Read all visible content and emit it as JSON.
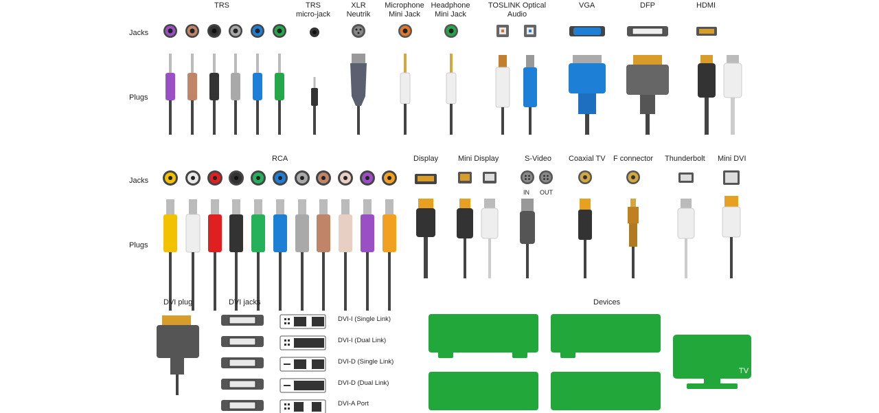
{
  "row_labels": {
    "jacks": "Jacks",
    "plugs_top": "Plugs",
    "jacks_2": "Jacks",
    "plugs_bottom": "Plugs"
  },
  "top_headers": {
    "trs": "TRS",
    "trs_micro": [
      "TRS",
      "micro-jack"
    ],
    "xlr": [
      "XLR",
      "Neutrik"
    ],
    "mic": [
      "Microphone",
      "Mini Jack"
    ],
    "headphone": [
      "Headphone",
      "Mini Jack"
    ],
    "toslink": [
      "TOSLINK Optical",
      "Audio"
    ],
    "vga": "VGA",
    "dfp": "DFP",
    "hdmi": "HDMI"
  },
  "middle_headers": {
    "rca": "RCA",
    "display": "Display",
    "mini_display": "Mini Display",
    "svideo": "S-Video",
    "svideo_in": "IN",
    "svideo_out": "OUT",
    "coaxial": "Coaxial TV",
    "fconn": "F connector",
    "thunderbolt": "Thunderbolt",
    "mini_dvi": "Mini DVI"
  },
  "bottom": {
    "dvi_plug": "DVI plug",
    "dvi_jacks": "DVI jacks",
    "devices": "Devices",
    "tv": "TV",
    "dvi_types": [
      "DVI-I (Single Link)",
      "DVI-I (Dual Link)",
      "DVI-D (Single Link)",
      "DVI-D (Dual Link)",
      "DVI-A Port"
    ]
  },
  "colors": {
    "trs": [
      "#9b4fc4",
      "#c08466",
      "#333333",
      "#a9a9a9",
      "#1e7fd6",
      "#25a84a"
    ],
    "rca": [
      "#f2c200",
      "#e8e8e8",
      "#e02020",
      "#333333",
      "#25b05a",
      "#1e7fd6",
      "#a9a9a9",
      "#c08466",
      "#e8cfc4",
      "#9b4fc4",
      "#f2a020"
    ],
    "device_green": "#22a83a",
    "vga_blue": "#1e7fd6",
    "gold": "#d89c2a"
  }
}
